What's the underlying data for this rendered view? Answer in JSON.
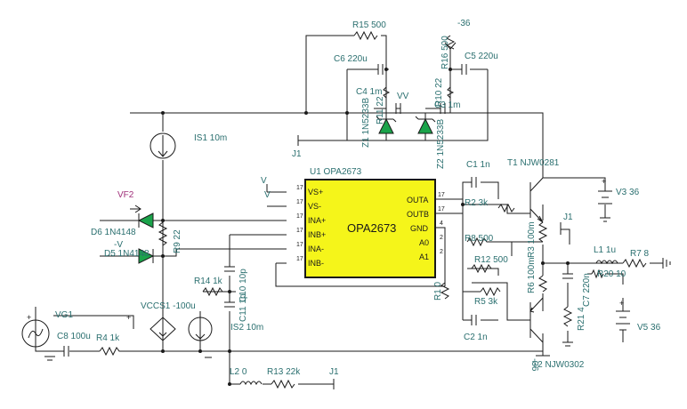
{
  "chip": {
    "ref": "U1 OPA2673",
    "title": "OPA2673",
    "left_pins": [
      "VS+",
      "VS-",
      "INA+",
      "INB+",
      "INA-",
      "INB-"
    ],
    "right_pins": [
      "OUTA",
      "OUTB",
      "GND",
      "A0",
      "A1"
    ],
    "pin_number": "17",
    "gnd_pin_number": "4",
    "a_pin_number": "2"
  },
  "labels": {
    "r15": "R15 500",
    "c6": "C6 220u",
    "r16": "R16 500",
    "minus36_top": "-36",
    "c5": "C5 220u",
    "c4": "C4 1m",
    "r11": "R11 22",
    "vv": "VV",
    "r10": "R10 22",
    "c3": "C3 1m",
    "z1": "Z1 1N5233B",
    "z2": "Z2 1N5233B",
    "j1_top": "J1",
    "is1": "IS1 10m",
    "vf2": "VF2",
    "r9": "R9 22",
    "d6": "D6 1N4148",
    "minus_v": "-V",
    "d5": "D5 1N4148",
    "v_label": "V",
    "v_small": "V",
    "c1": "C1 1n",
    "r2": "R2 3k",
    "t1": "T1 NJW0281",
    "v3": "V3 36",
    "j1_right": "J1",
    "r8": "R8 500",
    "r12": "R12 500",
    "r1": "R1 0",
    "r5": "R5 3k",
    "c2": "C2 1n",
    "r3": "R3 100m",
    "r6": "R6 100m",
    "l1": "L1 1u",
    "r7": "R7 8",
    "r20": "R20 10",
    "c7": "C7 220n",
    "r21": "R21 4",
    "v5": "V5 36",
    "t2": "T2 NJW0302",
    "minus36_bottom": "-36",
    "r14": "R14 1k",
    "c10": "C10 10p",
    "c11": "C11 1p",
    "vccs1": "VCCS1 -100u",
    "is2": "IS2 10m",
    "vg1": "VG1",
    "c8": "C8 100u",
    "r4": "R4 1k",
    "l2": "L2 0",
    "r13": "R13 22k",
    "j1_bottom": "J1"
  },
  "colors": {
    "chip_fill": "#f5f51a",
    "diode_fill": "#1aa34a",
    "label": "#2a6f6f",
    "label_pink": "#a0307a",
    "wire": "#1a1a1a"
  }
}
